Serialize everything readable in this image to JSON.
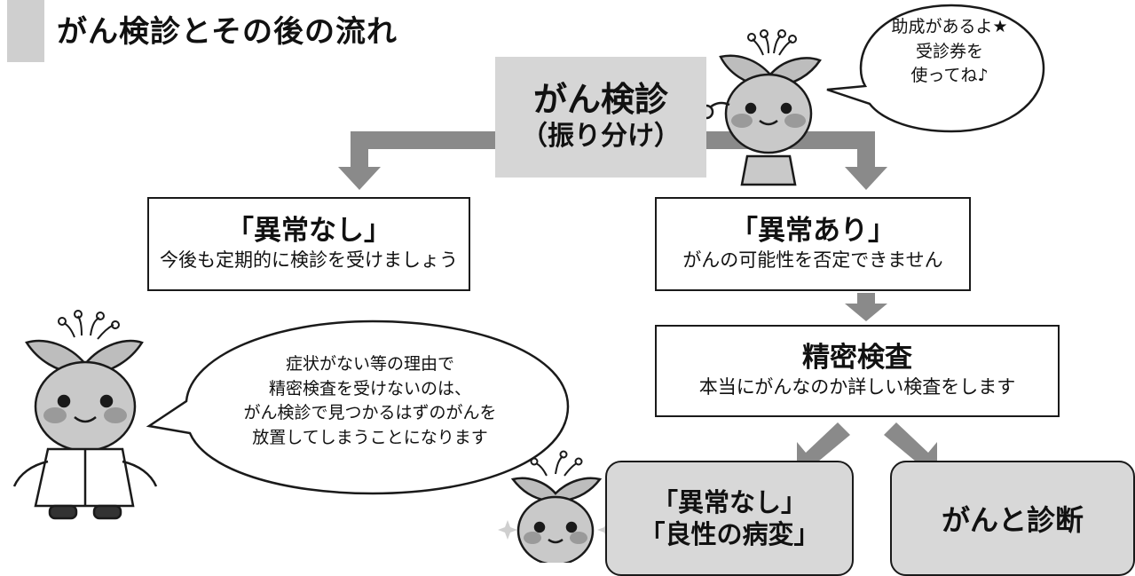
{
  "title": "がん検診とその後の流れ",
  "screening": {
    "line1": "がん検診",
    "line2": "（振り分け）"
  },
  "bubble_top": {
    "line1": "助成があるよ★",
    "line2": "受診券を",
    "line3": "使ってね♪"
  },
  "no_abnormality": {
    "heading": "「異常なし」",
    "sub": "今後も定期的に検診を受けましょう"
  },
  "abnormality": {
    "heading": "「異常あり」",
    "sub": "がんの可能性を否定できません"
  },
  "detailed_exam": {
    "heading": "精密検査",
    "sub": "本当にがんなのか詳しい検査をします"
  },
  "bubble_left": {
    "line1": "症状がない等の理由で",
    "line2": "精密検査を受けないのは、",
    "line3": "がん検診で見つかるはずのがんを",
    "line4": "放置してしまうことになります"
  },
  "result_benign": {
    "line1": "「異常なし」",
    "line2": "「良性の病変」"
  },
  "result_cancer": {
    "label": "がんと診断"
  },
  "colors": {
    "arrow": "#8a8a8a",
    "box_fill": "#d6d6d6",
    "outline": "#1a1a1a"
  }
}
